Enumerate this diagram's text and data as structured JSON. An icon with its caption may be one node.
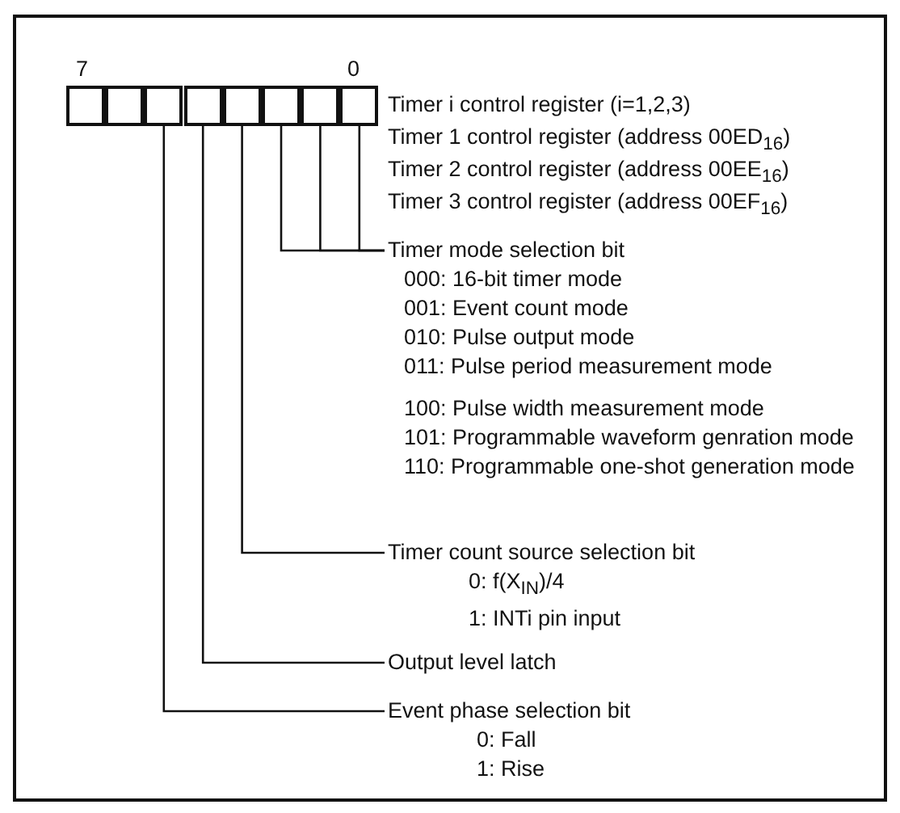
{
  "diagram": {
    "nodes": [
      {
        "text": [],
        "shape": "box"
      },
      {
        "text": [],
        "shape": "box"
      },
      {
        "text": [],
        "shape": "box"
      },
      {
        "text": [],
        "shape": "box"
      },
      {
        "text": [],
        "shape": "box"
      },
      {
        "text": [],
        "shape": "box"
      },
      {
        "text": [],
        "shape": "box"
      },
      {
        "text": [],
        "shape": "box"
      },
      {
        "text": [
          "Timer mode selection bit",
          "000: 16-bit timer mode",
          "001: Event count mode",
          "010: Pulse output mode",
          "011: Pulse period measurement mode",
          "100: Pulse width measurement mode",
          "101: Programmable waveform genration mode",
          "110: Programmable one-shot generation mode"
        ]
      },
      {
        "text": [
          "Timer count source selection bit",
          "0: f(X$_{IN}$)/4",
          "1: INTi pin input"
        ]
      },
      {
        "text": [
          "Output level latch"
        ]
      },
      {
        "text": [
          "Event phase selection bit",
          "0: Fall",
          "1: Rise"
        ]
      }
    ],
    "edges": [
      {
        "from": 7,
        "to": 8,
        "arrow": "none"
      },
      {
        "from": 6,
        "to": 8,
        "arrow": "none"
      },
      {
        "from": 5,
        "to": 8,
        "arrow": "none"
      },
      {
        "from": 4,
        "to": 9,
        "arrow": "none"
      },
      {
        "from": 3,
        "to": 10,
        "arrow": "none"
      },
      {
        "from": 2,
        "to": 11,
        "arrow": "none"
      }
    ],
    "labels": [
      "7",
      "0",
      "Timer i control register (i=1,2,3)",
      "Timer 1 control register (address 00ED$_{16}$)",
      "Timer 2 control register (address 00EE$_{16}$)",
      "Timer 3 control register (address 00EF$_{16}$)"
    ]
  }
}
